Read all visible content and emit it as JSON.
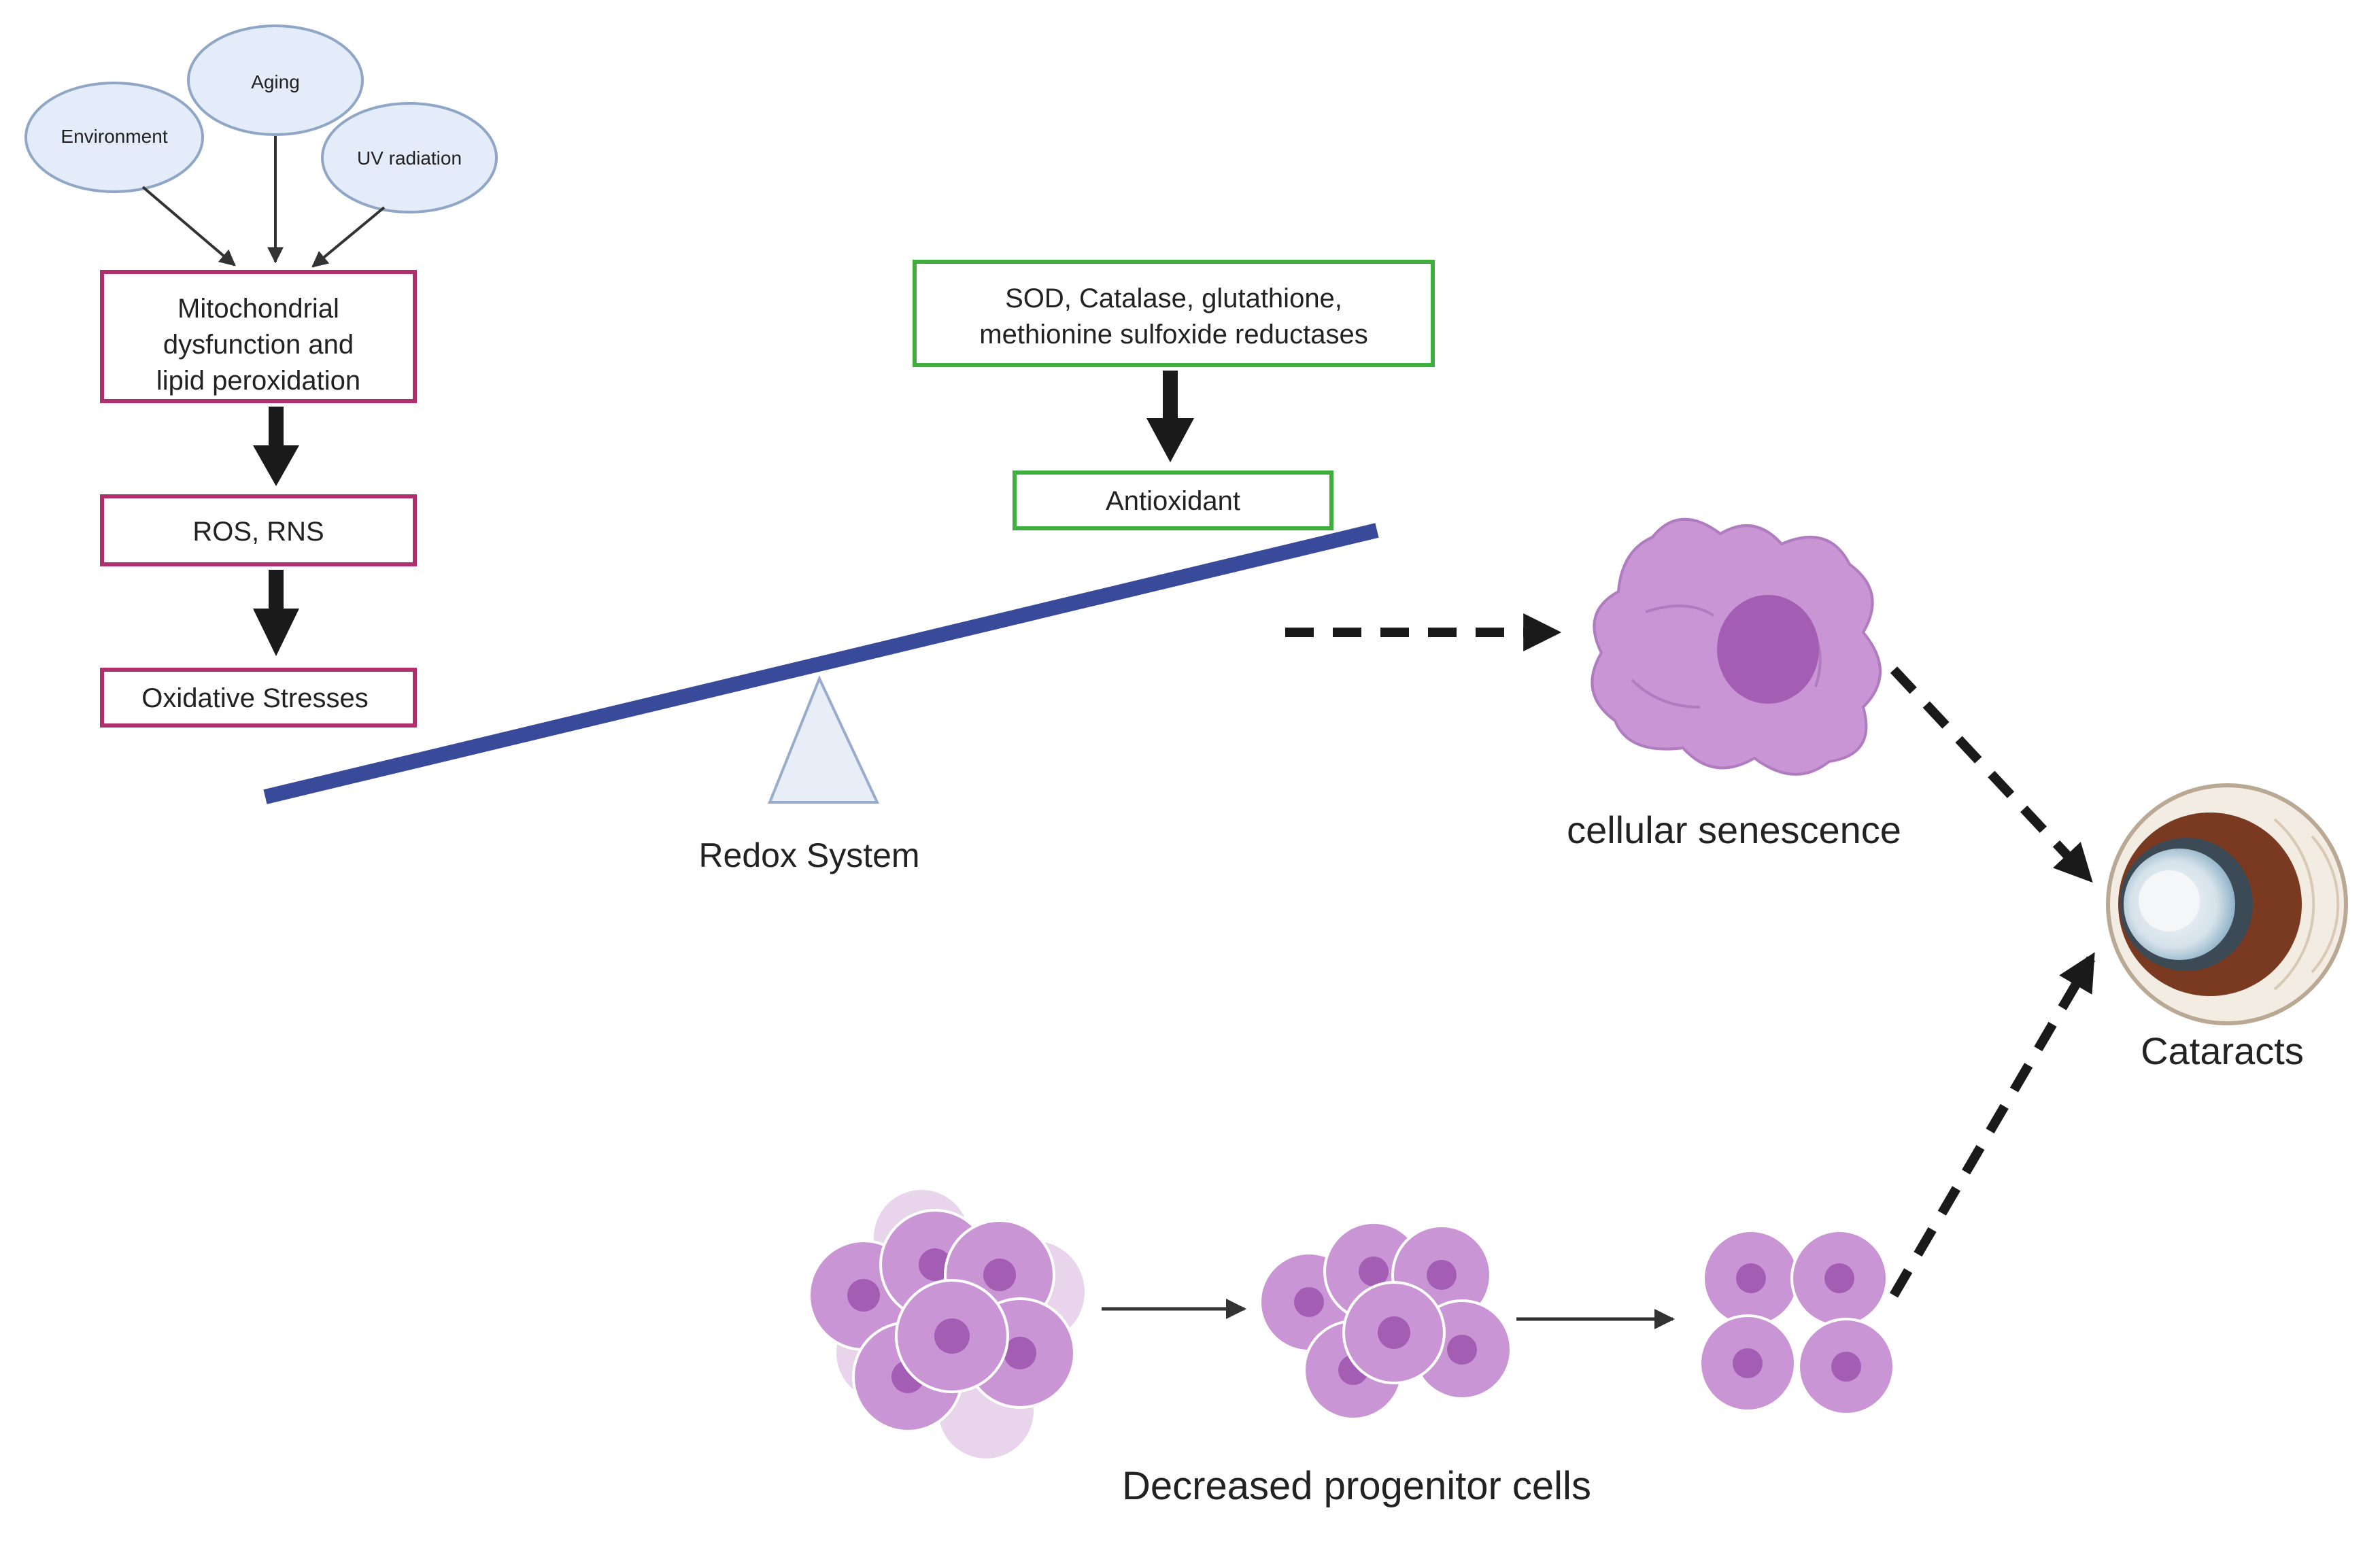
{
  "causes": {
    "environment": "Environment",
    "aging": "Aging",
    "uv": "UV radiation"
  },
  "oxidant_path": {
    "mito_line1": "Mitochondrial",
    "mito_line2": "dysfunction  and",
    "mito_line3": "lipid peroxidation",
    "ros": "ROS, RNS",
    "stress": "Oxidative Stresses"
  },
  "antioxidant_path": {
    "enzymes_line1": "SOD, Catalase, glutathione,",
    "enzymes_line2": "methionine sulfoxide reductases",
    "antioxidant": "Antioxidant"
  },
  "balance": {
    "label": "Redox System"
  },
  "outcomes": {
    "senescence": "cellular senescence",
    "progenitor": "Decreased progenitor cells",
    "cataracts": "Cataracts"
  },
  "colors": {
    "oxidant_box": "#b0306e",
    "antioxidant_box": "#3fae3f",
    "beam": "#3a4a9a",
    "cause_fill": "#e3ecf8",
    "cell": "#c995d5",
    "nucleus": "#a35eb4",
    "arrow": "#1a1a1a"
  }
}
